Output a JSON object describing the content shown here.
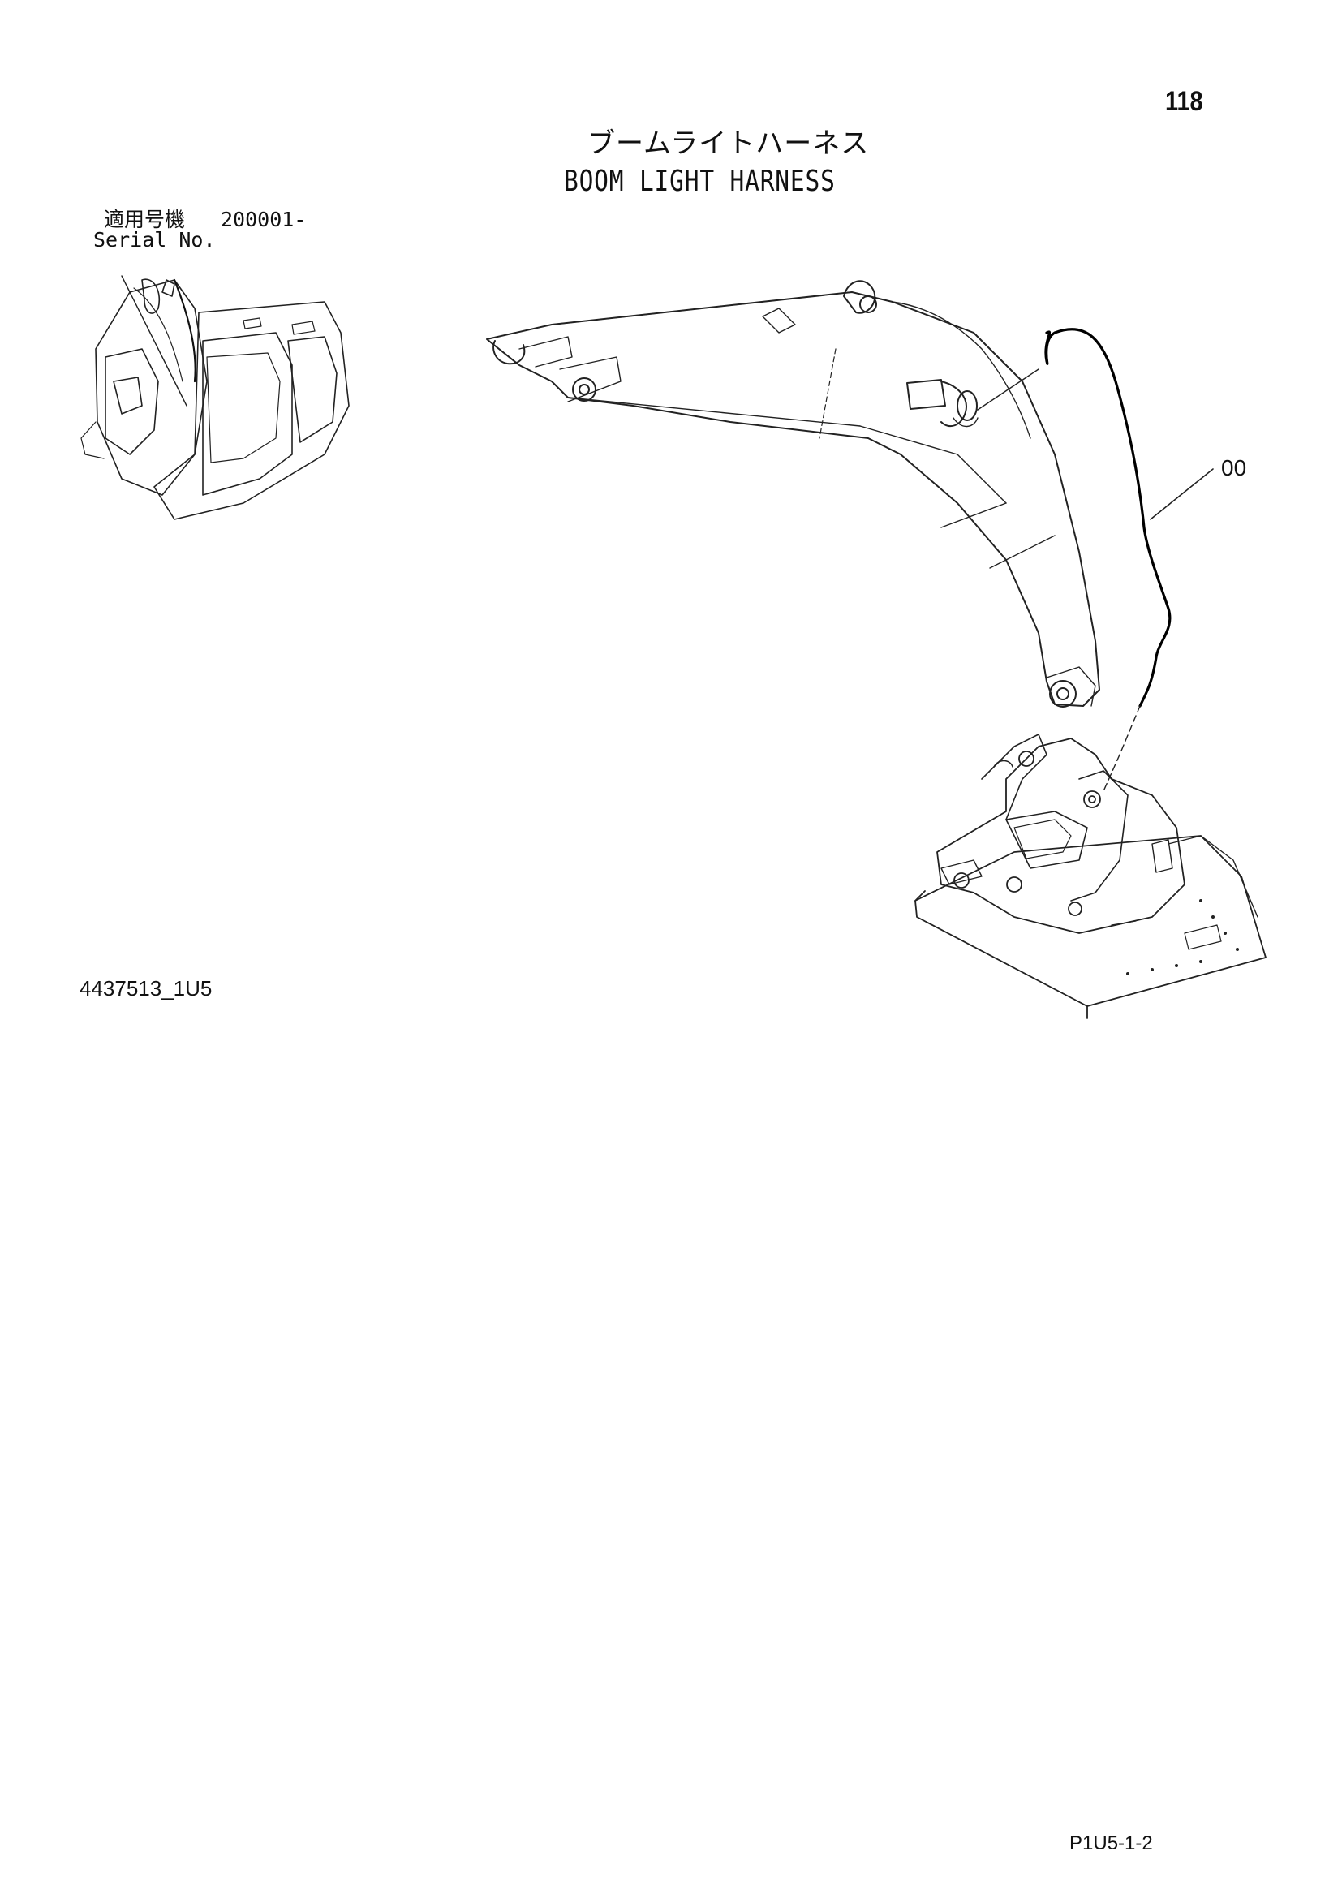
{
  "header": {
    "page_number": "118",
    "title_japanese": "ブームライトハーネス",
    "title_english": "BOOM LIGHT HARNESS"
  },
  "serial": {
    "label_japanese": "適用号機",
    "range": "200001-",
    "label_english": "Serial No."
  },
  "diagram": {
    "callouts": [
      {
        "label": "00"
      }
    ]
  },
  "footer": {
    "drawing_code": "4437513_1U5",
    "page_code": "P1U5-1-2"
  }
}
